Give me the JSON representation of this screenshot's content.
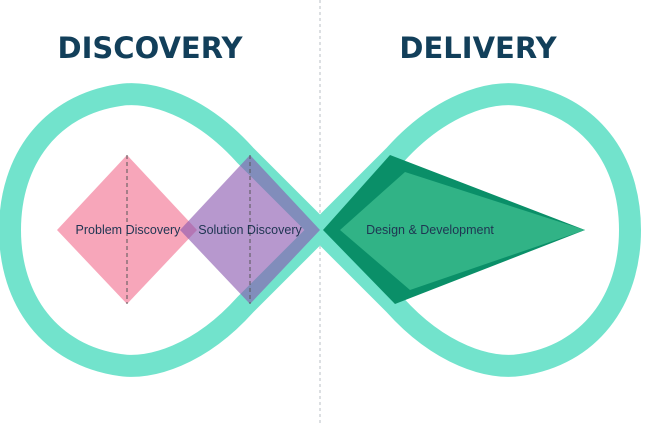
{
  "titles": {
    "left": "DISCOVERY",
    "right": "DELIVERY"
  },
  "stages": [
    {
      "label": "Problem Discovery",
      "color": "#f7a1b6"
    },
    {
      "label": "Solution Discovery",
      "color": "#a07ac0"
    },
    {
      "label": "Design & Development",
      "color": "#31b386"
    }
  ],
  "colors": {
    "loop": "#72e3cc",
    "title": "#123f5a",
    "dark_green": "#0a8f68"
  }
}
